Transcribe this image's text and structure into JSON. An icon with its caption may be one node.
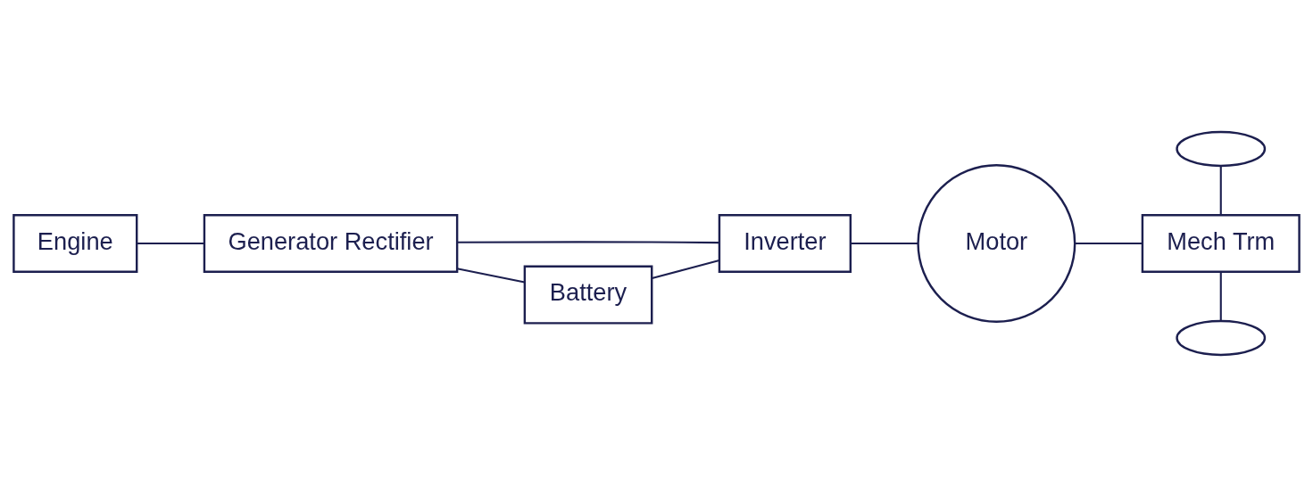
{
  "diagram": {
    "nodes": [
      {
        "text": [],
        "shape": "ellipse"
      },
      {
        "text": [
          "Engine"
        ]
      },
      {
        "text": [
          "Generator Rectifier"
        ]
      },
      {
        "text": [
          "Inverter"
        ]
      },
      {
        "text": [
          "Motor"
        ]
      },
      {
        "text": [
          "Mech Trm"
        ]
      },
      {
        "text": [
          "Battery"
        ]
      },
      {
        "text": [],
        "shape": "ellipse"
      }
    ],
    "edges": [
      {
        "from": 1,
        "to": 2,
        "arrow": "none"
      },
      {
        "from": 2,
        "to": 3,
        "arrow": "none"
      },
      {
        "from": 2,
        "to": 6,
        "arrow": "none"
      },
      {
        "from": 6,
        "to": 3,
        "arrow": "none"
      },
      {
        "from": 3,
        "to": 4,
        "arrow": "none"
      },
      {
        "from": 4,
        "to": 5,
        "arrow": "none"
      },
      {
        "from": 0,
        "to": 5,
        "arrow": "none"
      },
      {
        "from": 5,
        "to": 7,
        "arrow": "none"
      }
    ]
  }
}
